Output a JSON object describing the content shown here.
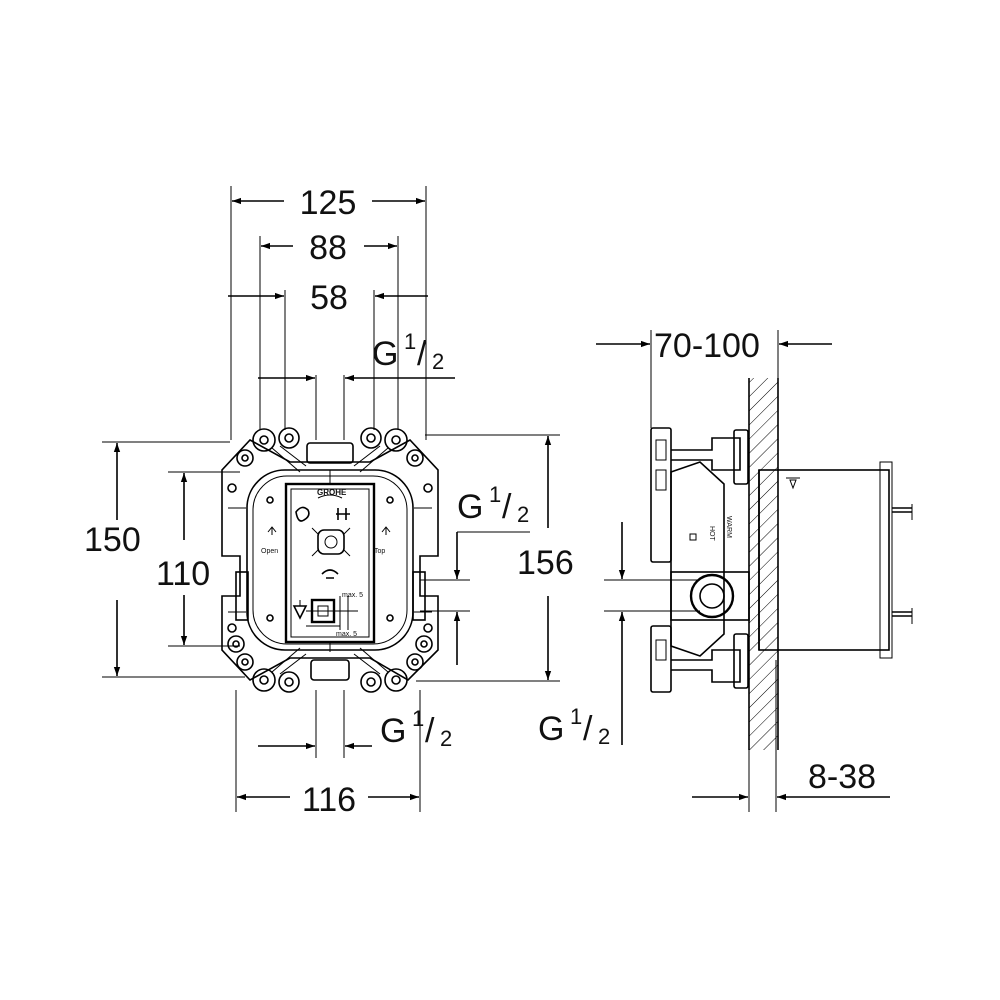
{
  "drawing": {
    "dimensions": {
      "width_125": "125",
      "width_88": "88",
      "width_58": "58",
      "height_150": "150",
      "height_110": "110",
      "height_156": "156",
      "width_116": "116",
      "wall_depth": "70-100",
      "tile_depth": "8-38"
    },
    "thread": {
      "letter": "G",
      "numerator": "1",
      "slash": "/",
      "denominator": "2"
    },
    "labels": {
      "brand": "GROHE",
      "open": "Open",
      "top": "Top",
      "max5_a": "max. 5",
      "max5_b": "max. 5",
      "warm": "WARM",
      "hot": "HOT"
    }
  }
}
